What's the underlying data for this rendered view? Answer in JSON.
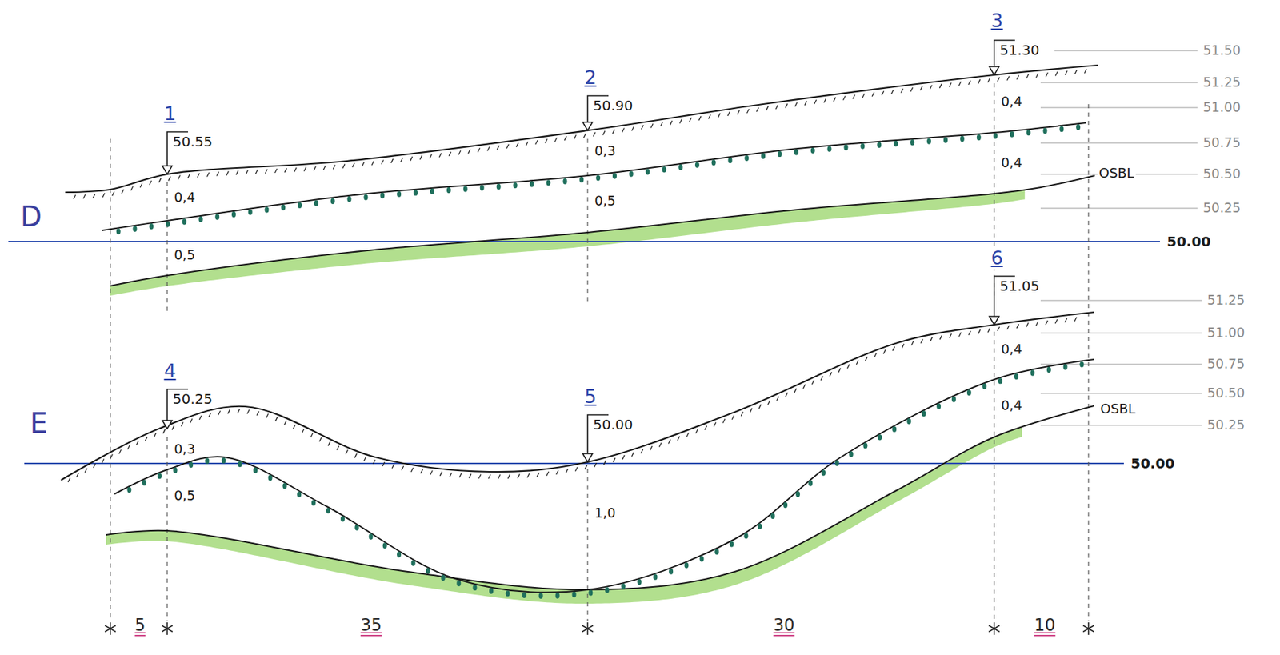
{
  "diagram": {
    "labels": [
      "D",
      "1",
      "50.55",
      "0,4",
      "0,5",
      "2",
      "50.90",
      "0,3",
      "0,5",
      "3",
      "51.30",
      "0,4",
      "0,4",
      "OSBL",
      "51.50",
      "51.25",
      "51.00",
      "50.75",
      "50.50",
      "50.25",
      "50.00",
      "E",
      "4",
      "50.25",
      "0,3",
      "0,5",
      "5",
      "50.00",
      "1,0",
      "6",
      "51.05",
      "0,4",
      "0,4",
      "OSBL",
      "51.25",
      "51.00",
      "50.75",
      "50.50",
      "50.25",
      "50.00",
      "5",
      "35",
      "30",
      "10"
    ]
  }
}
